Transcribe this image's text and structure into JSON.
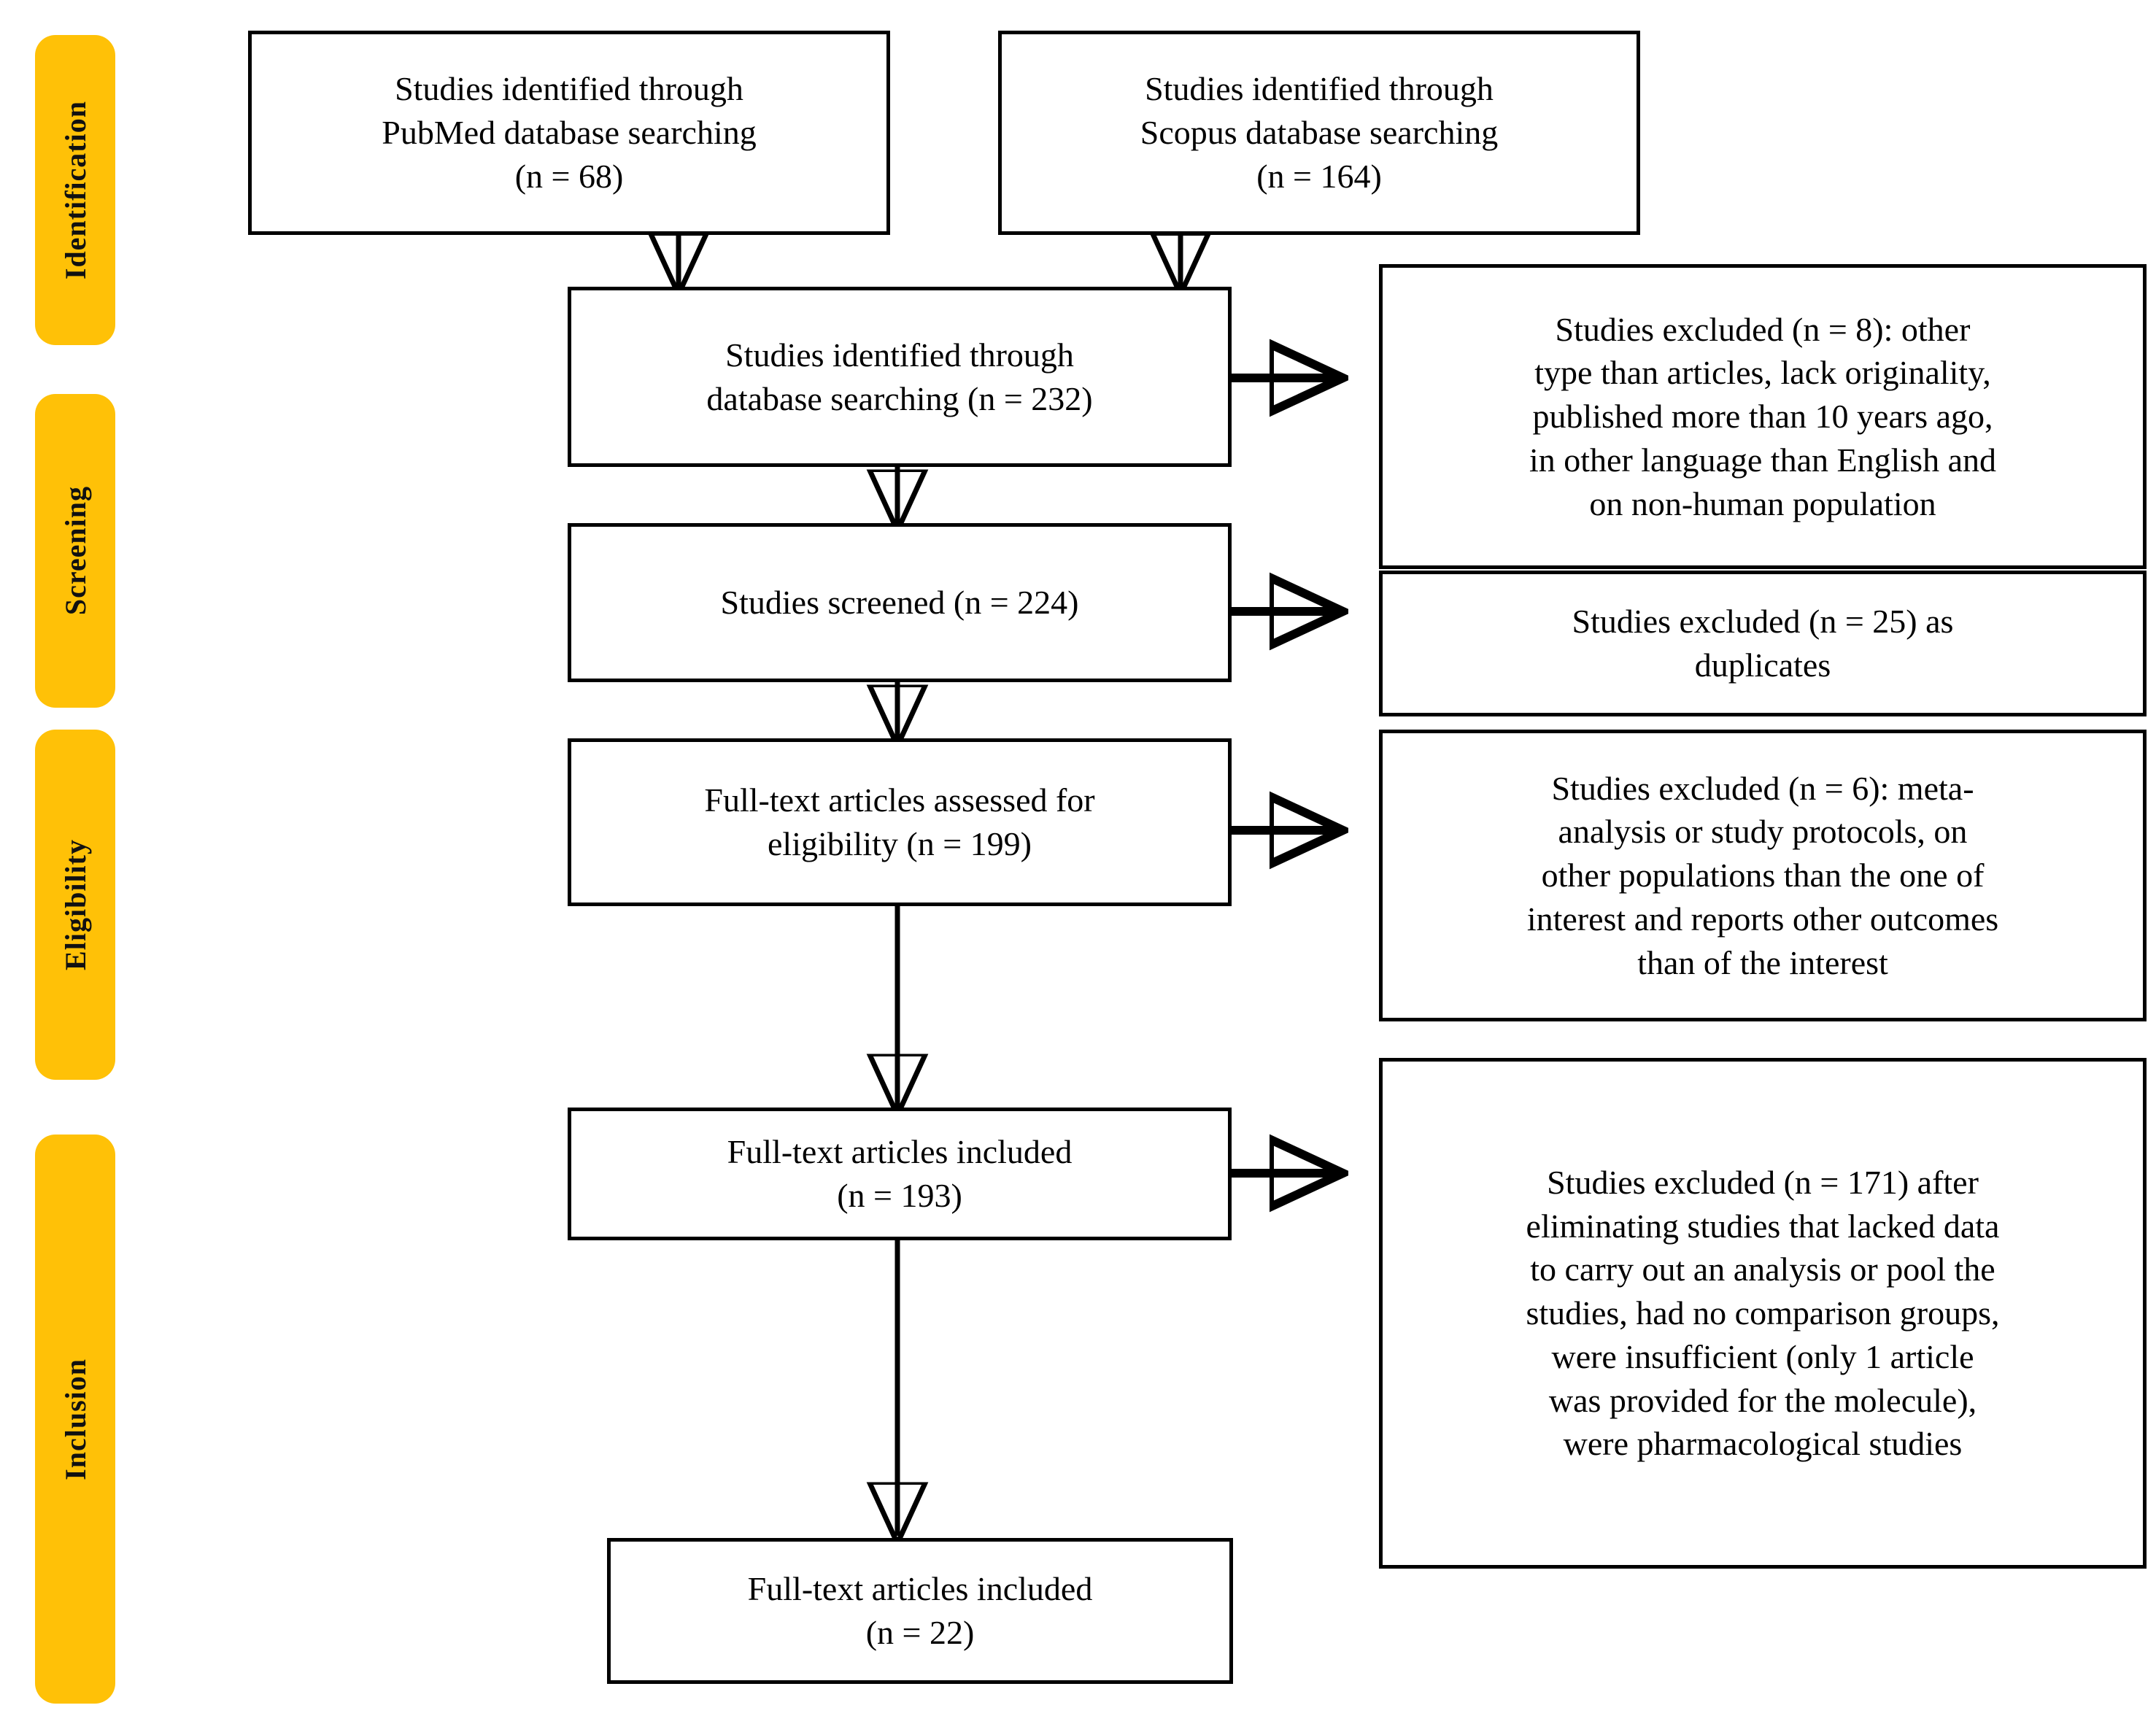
{
  "diagram": {
    "title": "PRISMA study selection flow diagram",
    "accent_color": "#FFC107",
    "line_color": "#000000",
    "box_fill": "#FFFFFF"
  },
  "stages": [
    {
      "id": "identification",
      "label": "Identification"
    },
    {
      "id": "screening",
      "label": "Screening"
    },
    {
      "id": "eligibility",
      "label": "Eligibility"
    },
    {
      "id": "inclusion",
      "label": "Inclusion"
    }
  ],
  "boxes": {
    "pubmed": {
      "id": "pubmed-source",
      "text": "Studies identified through\nPubMed database searching\n(n = 68)",
      "n": 68
    },
    "scopus": {
      "id": "scopus-source",
      "text": "Studies identified through\nScopus database searching\n(n = 164)",
      "n": 164
    },
    "identified": {
      "id": "records-identified",
      "text": "Studies identified through\ndatabase searching (n = 232)",
      "n": 232
    },
    "excluded_type": {
      "id": "excluded-other-type",
      "text": "Studies excluded (n = 8): other\ntype than articles, lack originality,\npublished more than 10 years ago,\nin other language than English and\non non-human population",
      "n": 8
    },
    "screened": {
      "id": "records-screened",
      "text": "Studies screened (n = 224)",
      "n": 224
    },
    "excluded_duplicates": {
      "id": "excluded-duplicates",
      "text": "Studies excluded (n = 25) as\nduplicates",
      "n": 25
    },
    "assessed": {
      "id": "fulltext-assessed",
      "text": "Full-text articles assessed for\neligibility (n = 199)",
      "n": 199
    },
    "excluded_meta": {
      "id": "excluded-meta-analysis",
      "text": "Studies excluded (n = 6): meta-\nanalysis or study protocols, on\nother populations than the one of\ninterest and reports other outcomes\nthan of the interest",
      "n": 6
    },
    "included_193": {
      "id": "fulltext-included-193",
      "text": "Full-text articles included\n(n = 193)",
      "n": 193
    },
    "excluded_171": {
      "id": "excluded-after-eliminating",
      "text": "Studies excluded (n = 171) after\neliminating studies that lacked data\nto carry out an analysis or pool the\nstudies, had no comparison groups,\nwere insufficient (only 1 article\nwas provided for the molecule),\nwere pharmacological studies",
      "n": 171
    },
    "included_22": {
      "id": "fulltext-included-22",
      "text": "Full-text articles included\n(n = 22)",
      "n": 22
    }
  },
  "chart_data": {
    "type": "diagram",
    "title": "PRISMA flow of study selection",
    "nodes": [
      {
        "id": "pubmed",
        "stage": "Identification",
        "label": "Studies identified through PubMed database searching",
        "n": 68
      },
      {
        "id": "scopus",
        "stage": "Identification",
        "label": "Studies identified through Scopus database searching",
        "n": 164
      },
      {
        "id": "identified",
        "stage": "Identification",
        "label": "Studies identified through database searching",
        "n": 232
      },
      {
        "id": "excluded_type",
        "stage": "Identification",
        "label": "Studies excluded: other type than articles, lack originality, published more than 10 years ago, in other language than English and on non-human population",
        "n": 8
      },
      {
        "id": "screened",
        "stage": "Screening",
        "label": "Studies screened",
        "n": 224
      },
      {
        "id": "excluded_duplicates",
        "stage": "Screening",
        "label": "Studies excluded as duplicates",
        "n": 25
      },
      {
        "id": "assessed",
        "stage": "Eligibility",
        "label": "Full-text articles assessed for eligibility",
        "n": 199
      },
      {
        "id": "excluded_meta",
        "stage": "Eligibility",
        "label": "Studies excluded: meta-analysis or study protocols, on other populations than the one of interest and reports other outcomes than of the interest",
        "n": 6
      },
      {
        "id": "included_193",
        "stage": "Inclusion",
        "label": "Full-text articles included",
        "n": 193
      },
      {
        "id": "excluded_171",
        "stage": "Inclusion",
        "label": "Studies excluded after eliminating studies that lacked data to carry out an analysis or pool the studies, had no comparison groups, were insufficient (only 1 article was provided for the molecule), were pharmacological studies",
        "n": 171
      },
      {
        "id": "included_22",
        "stage": "Inclusion",
        "label": "Full-text articles included",
        "n": 22
      }
    ],
    "edges": [
      {
        "from": "pubmed",
        "to": "identified",
        "kind": "down"
      },
      {
        "from": "scopus",
        "to": "identified",
        "kind": "down"
      },
      {
        "from": "identified",
        "to": "excluded_type",
        "kind": "right"
      },
      {
        "from": "identified",
        "to": "screened",
        "kind": "down"
      },
      {
        "from": "screened",
        "to": "excluded_duplicates",
        "kind": "right"
      },
      {
        "from": "screened",
        "to": "assessed",
        "kind": "down"
      },
      {
        "from": "assessed",
        "to": "excluded_meta",
        "kind": "right"
      },
      {
        "from": "assessed",
        "to": "included_193",
        "kind": "down"
      },
      {
        "from": "included_193",
        "to": "excluded_171",
        "kind": "right"
      },
      {
        "from": "included_193",
        "to": "included_22",
        "kind": "down"
      }
    ]
  }
}
